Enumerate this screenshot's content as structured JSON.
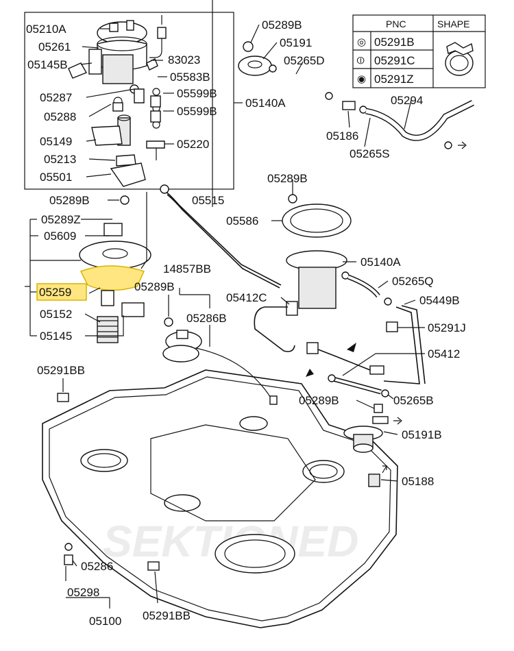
{
  "watermark": "SEKTIONED",
  "shape_table": {
    "header_pnc": "PNC",
    "header_shape": "SHAPE",
    "rows": [
      {
        "symbol": "◎",
        "pnc": "05291B"
      },
      {
        "symbol": "⦶",
        "pnc": "05291C"
      },
      {
        "symbol": "◉",
        "pnc": "05291Z"
      }
    ]
  },
  "highlighted_part": "05259",
  "labels": [
    {
      "id": "05210A",
      "text": "05210A"
    },
    {
      "id": "05261",
      "text": "05261"
    },
    {
      "id": "05145B",
      "text": "05145B"
    },
    {
      "id": "83023",
      "text": "83023"
    },
    {
      "id": "05583B",
      "text": "05583B"
    },
    {
      "id": "05287",
      "text": "05287"
    },
    {
      "id": "05599B-1",
      "text": "05599B"
    },
    {
      "id": "05599B-2",
      "text": "05599B"
    },
    {
      "id": "05288",
      "text": "05288"
    },
    {
      "id": "05149",
      "text": "05149"
    },
    {
      "id": "05220",
      "text": "05220"
    },
    {
      "id": "05213",
      "text": "05213"
    },
    {
      "id": "05501",
      "text": "05501"
    },
    {
      "id": "05140A-1",
      "text": "05140A"
    },
    {
      "id": "05289B-1",
      "text": "05289B"
    },
    {
      "id": "05191",
      "text": "05191"
    },
    {
      "id": "05265D",
      "text": "05265D"
    },
    {
      "id": "05294",
      "text": "05294"
    },
    {
      "id": "05186",
      "text": "05186"
    },
    {
      "id": "05265S",
      "text": "05265S"
    },
    {
      "id": "05289B-2",
      "text": "05289B"
    },
    {
      "id": "05289B-3",
      "text": "05289B"
    },
    {
      "id": "05515",
      "text": "05515"
    },
    {
      "id": "05289Z",
      "text": "05289Z"
    },
    {
      "id": "05586",
      "text": "05586"
    },
    {
      "id": "05609",
      "text": "05609"
    },
    {
      "id": "05140A-2",
      "text": "05140A"
    },
    {
      "id": "14857BB",
      "text": "14857BB"
    },
    {
      "id": "05265Q",
      "text": "05265Q"
    },
    {
      "id": "05259",
      "text": "05259"
    },
    {
      "id": "05289B-4",
      "text": "05289B"
    },
    {
      "id": "05412C",
      "text": "05412C"
    },
    {
      "id": "05449B",
      "text": "05449B"
    },
    {
      "id": "05152",
      "text": "05152"
    },
    {
      "id": "05286B",
      "text": "05286B"
    },
    {
      "id": "05291J",
      "text": "05291J"
    },
    {
      "id": "05145",
      "text": "05145"
    },
    {
      "id": "05412",
      "text": "05412"
    },
    {
      "id": "05291BB-1",
      "text": "05291BB"
    },
    {
      "id": "05289B-5",
      "text": "05289B"
    },
    {
      "id": "05265B",
      "text": "05265B"
    },
    {
      "id": "05191B",
      "text": "05191B"
    },
    {
      "id": "05188",
      "text": "05188"
    },
    {
      "id": "05286",
      "text": "05286"
    },
    {
      "id": "05298",
      "text": "05298"
    },
    {
      "id": "05100",
      "text": "05100"
    },
    {
      "id": "05291BB-2",
      "text": "05291BB"
    }
  ]
}
